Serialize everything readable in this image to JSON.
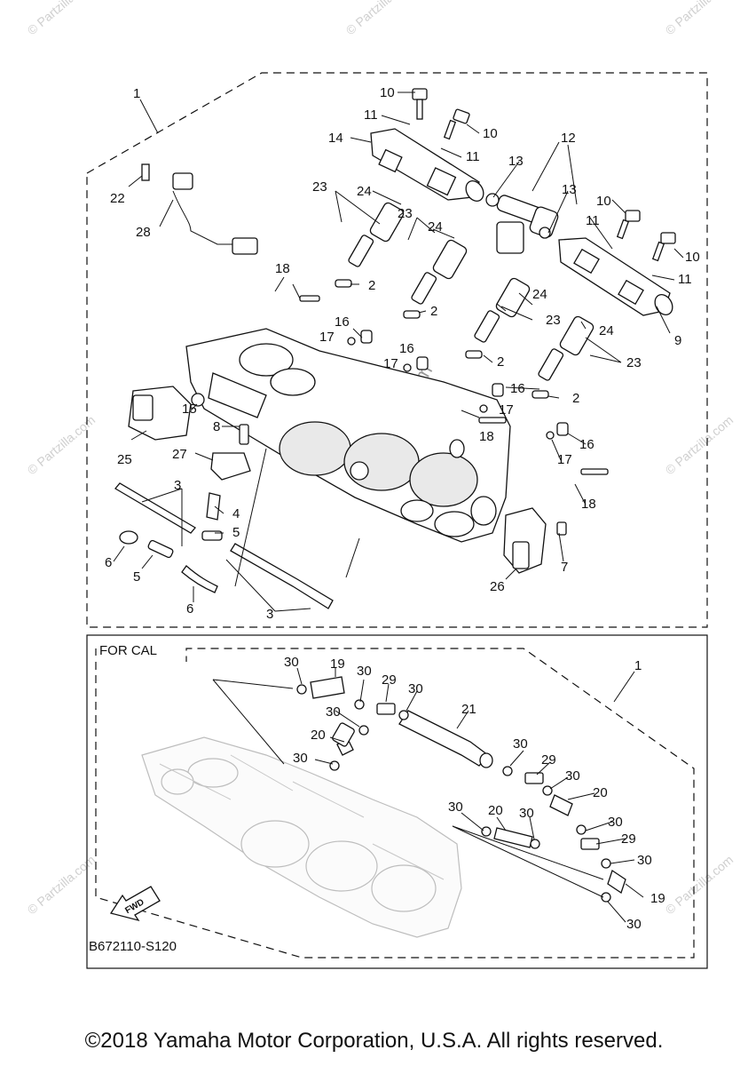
{
  "diagram": {
    "callouts_upper": [
      "1",
      "2",
      "3",
      "4",
      "5",
      "6",
      "7",
      "8",
      "9",
      "10",
      "11",
      "12",
      "13",
      "14",
      "15",
      "16",
      "17",
      "18",
      "22",
      "23",
      "24",
      "25",
      "26",
      "27",
      "28"
    ],
    "callouts_lower": [
      "1",
      "19",
      "20",
      "21",
      "29",
      "30"
    ],
    "for_cal_label": "FOR CAL",
    "fwd_label": "FWD",
    "drawing_code": "B672110-S120",
    "watermark_text": "© Partzilla.com",
    "center_watermark": "Partzilla.com"
  },
  "footer": {
    "copyright": "©2018 Yamaha Motor Corporation, U.S.A. All rights reserved."
  }
}
